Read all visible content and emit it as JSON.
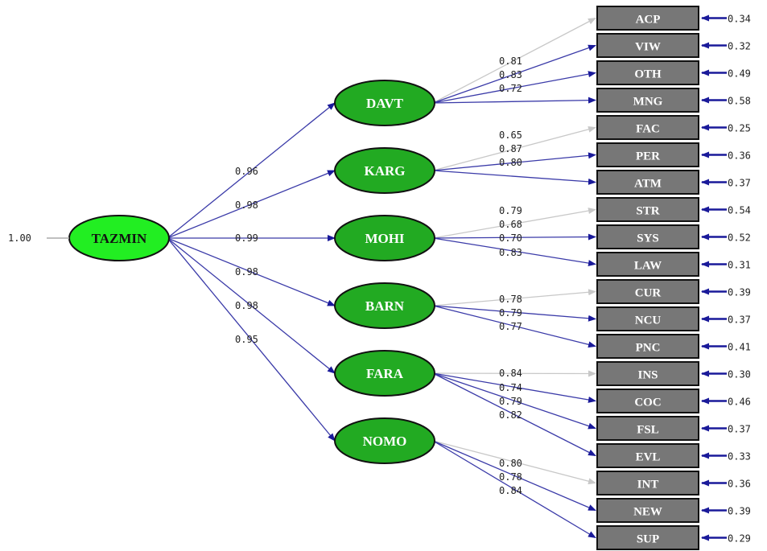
{
  "colors": {
    "root_fill": "#22ee22",
    "factor_fill": "#22aa22",
    "box_fill": "#777777",
    "arrow_blue": "#1a1a9a",
    "arrow_gray": "#c8c8c8",
    "edge_blue": "#3a3aa8"
  },
  "root": {
    "label": "TAZMIN",
    "variance": "1.00"
  },
  "factors": [
    {
      "label": "DAVT",
      "loading": "0.96"
    },
    {
      "label": "KARG",
      "loading": "0.98"
    },
    {
      "label": "MOHI",
      "loading": "0.99"
    },
    {
      "label": "BARN",
      "loading": "0.98"
    },
    {
      "label": "FARA",
      "loading": "0.98"
    },
    {
      "label": "NOMO",
      "loading": "0.95"
    }
  ],
  "indicators": [
    {
      "label": "ACP",
      "factor": 0,
      "loading": "",
      "error": "0.34"
    },
    {
      "label": "VIW",
      "factor": 0,
      "loading": "0.81",
      "error": "0.32"
    },
    {
      "label": "OTH",
      "factor": 0,
      "loading": "0.83",
      "error": "0.49"
    },
    {
      "label": "MNG",
      "factor": 0,
      "loading": "0.72",
      "error": "0.58"
    },
    {
      "label": "FAC",
      "factor": 1,
      "loading": "0.65",
      "error": "0.25"
    },
    {
      "label": "PER",
      "factor": 1,
      "loading": "0.87",
      "error": "0.36"
    },
    {
      "label": "ATM",
      "factor": 1,
      "loading": "0.80",
      "error": "0.37"
    },
    {
      "label": "STR",
      "factor": 2,
      "loading": "0.79",
      "error": "0.54"
    },
    {
      "label": "SYS",
      "factor": 2,
      "loading": "0.68",
      "error": "0.52"
    },
    {
      "label": "LAW",
      "factor": 2,
      "loading": "0.70",
      "error": "0.31"
    },
    {
      "label": "CUR",
      "factor": 3,
      "loading": "0.83",
      "error": "0.39"
    },
    {
      "label": "NCU",
      "factor": 3,
      "loading": "0.78",
      "error": "0.37"
    },
    {
      "label": "PNC",
      "factor": 3,
      "loading": "0.79",
      "error": "0.41"
    },
    {
      "label": "INS",
      "factor": 4,
      "loading": "0.77",
      "error": "0.30"
    },
    {
      "label": "COC",
      "factor": 4,
      "loading": "0.84",
      "error": "0.46"
    },
    {
      "label": "FSL",
      "factor": 4,
      "loading": "0.74",
      "error": "0.37"
    },
    {
      "label": "EVL",
      "factor": 4,
      "loading": "0.79",
      "error": "0.33"
    },
    {
      "label": "INT",
      "factor": 5,
      "loading": "0.82",
      "error": "0.36"
    },
    {
      "label": "NEW",
      "factor": 5,
      "loading": "0.80",
      "error": "0.39"
    },
    {
      "label": "SUP",
      "factor": 5,
      "loading": "0.78",
      "error": "0.29"
    }
  ],
  "extra_loadings": [
    "0.84"
  ]
}
